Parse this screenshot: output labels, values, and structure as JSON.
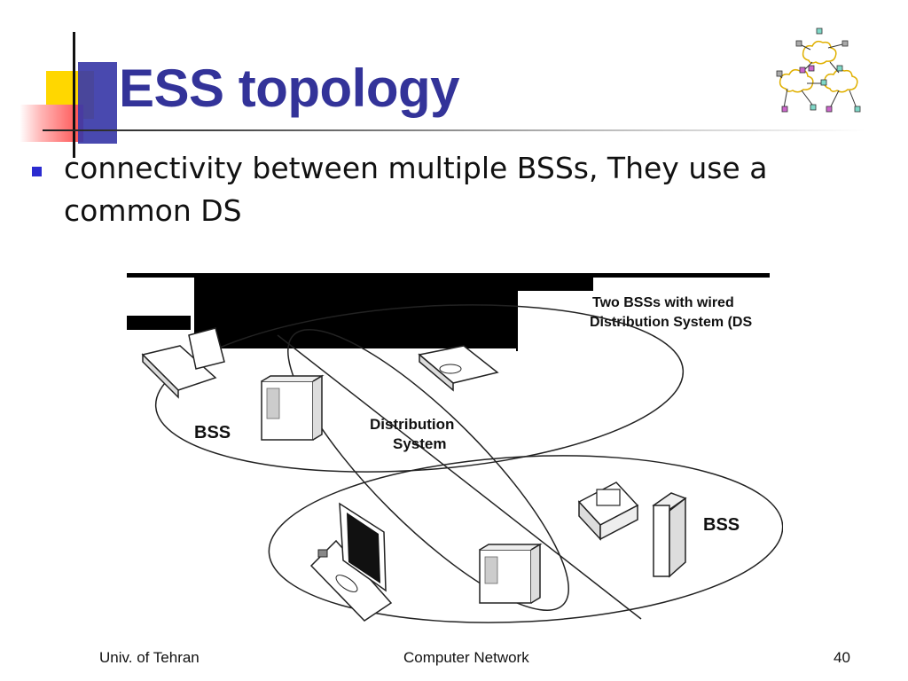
{
  "slide": {
    "title": "ESS topology",
    "bullet": "connectivity between multiple BSSs, They use a common DS"
  },
  "figure": {
    "caption_line1": "Two BSSs with wired",
    "caption_line2": "Distribution System (DS",
    "label_bss_left": "BSS",
    "label_bss_right": "BSS",
    "label_ds_line1": "Distribution",
    "label_ds_line2": "System"
  },
  "footer": {
    "left": "Univ. of Tehran",
    "center": "Computer Network",
    "right": "40"
  },
  "colors": {
    "title": "#333399",
    "bullet": "#2b2bd0",
    "deco_yellow": "#ffd700",
    "deco_red": "#ff4b4b"
  },
  "icons": [
    "network-clouds-logo-icon",
    "bullet-square-icon"
  ]
}
